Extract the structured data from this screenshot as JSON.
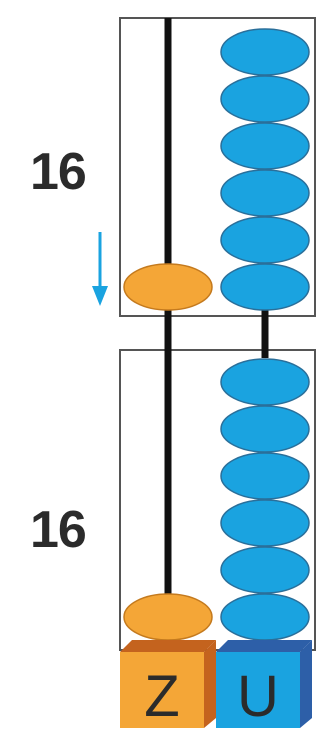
{
  "abacus": {
    "top_number": "16",
    "bottom_number": "16",
    "top_tens_beads": 1,
    "top_units_beads": 6,
    "bottom_tens_beads": 1,
    "bottom_units_beads": 6,
    "tens_label": "Z",
    "units_label": "U",
    "colors": {
      "tens_bead": "#f4a637",
      "units_bead": "#1aa3e0",
      "tens_block": "#f4a637",
      "units_block": "#1aa3e0",
      "rod": "#111111",
      "frame": "#555555",
      "arrow": "#1aa3e0",
      "text": "#2b2b2b"
    },
    "arrow_icon": "arrow-down-icon"
  }
}
